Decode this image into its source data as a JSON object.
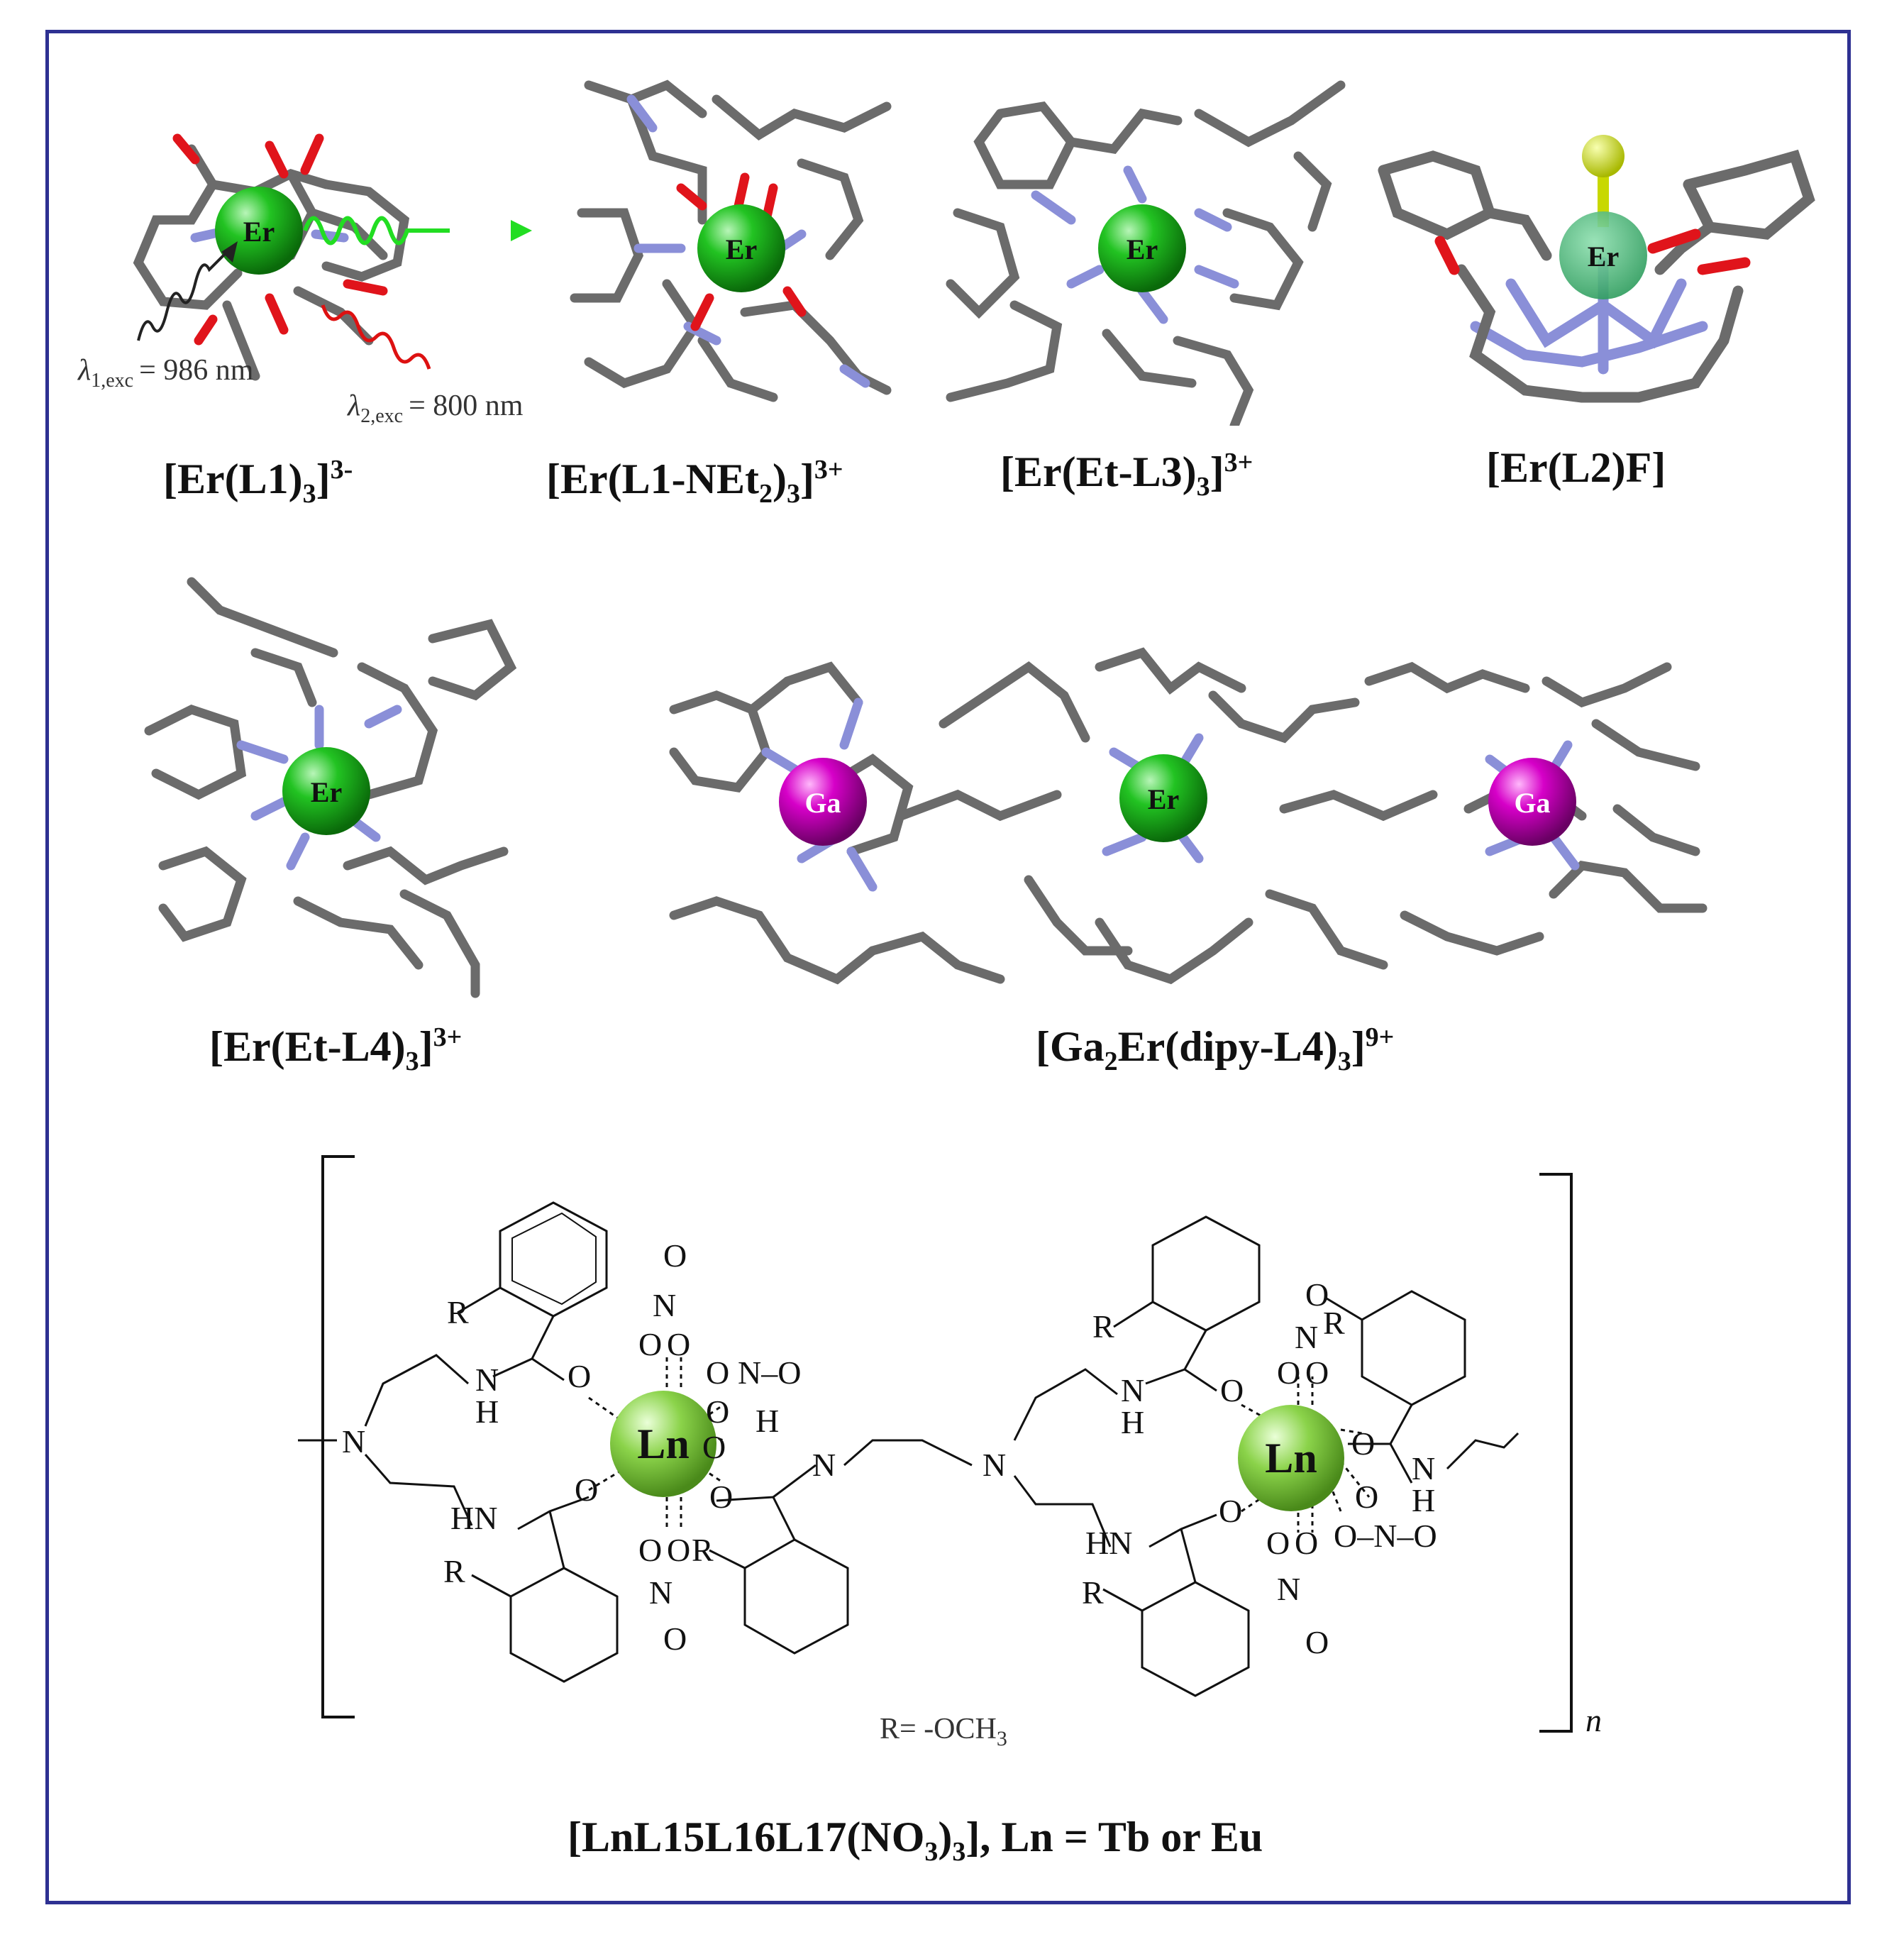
{
  "colors": {
    "frame": "#2e3192",
    "carbon": "#6b6b6b",
    "nitrogen": "#8a8fd8",
    "oxygen": "#e0141b",
    "erbium": "#19b319",
    "gallium": "#d600c8",
    "fluorine": "#c8d800",
    "lanthanide": "#8bd34a",
    "green_wave": "#22dd22",
    "red_wave": "#dd1111",
    "black_wave": "#222222"
  },
  "structures": [
    {
      "id": "er-l1",
      "atom": "Er",
      "caption": {
        "main": "[Er(L1)",
        "sub": "3",
        "close": "]",
        "sup": "3-"
      }
    },
    {
      "id": "er-l1-net2",
      "atom": "Er",
      "caption": {
        "main": "[Er(L1-NEt",
        "sub": "2",
        "mid": ")",
        "sub2": "3",
        "close": "]",
        "sup": "3+"
      }
    },
    {
      "id": "er-et-l3",
      "atom": "Er",
      "caption": {
        "main": "[Er(Et-L3)",
        "sub": "3",
        "close": "]",
        "sup": "3+"
      }
    },
    {
      "id": "er-l2-f",
      "atom": "Er",
      "caption": {
        "main": "[Er(L2)F]"
      }
    },
    {
      "id": "er-et-l4",
      "atom": "Er",
      "caption": {
        "main": "[Er(Et-L4)",
        "sub": "3",
        "close": "]",
        "sup": "3+"
      }
    },
    {
      "id": "ga2er-dipy-l4",
      "atoms": [
        "Ga",
        "Er",
        "Ga"
      ],
      "caption": {
        "pre": "[Ga",
        "sub0": "2",
        "main": "Er(dipy-L4)",
        "sub": "3",
        "close": "]",
        "sup": "9+"
      }
    }
  ],
  "excitation": {
    "lambda1": {
      "symbol": "λ",
      "sub": "1,exc",
      "value": "= 986 nm"
    },
    "lambda2": {
      "symbol": "λ",
      "sub": "2,exc",
      "value": "= 800 nm"
    }
  },
  "polymer": {
    "metal": "Ln",
    "substituent": "R",
    "r_def": {
      "text": "R= -OCH",
      "sub": "3"
    },
    "repeat": "n",
    "labels": {
      "N": "N",
      "O": "O",
      "H": "H",
      "NH": "NH",
      "HN": "HN",
      "NO": "N–O",
      "ON": "O–N–O"
    },
    "caption": {
      "main": "[LnL15L16L17(NO",
      "sub": "3",
      "mid": ")",
      "sub2": "3",
      "close": "], Ln = Tb or Eu"
    }
  }
}
